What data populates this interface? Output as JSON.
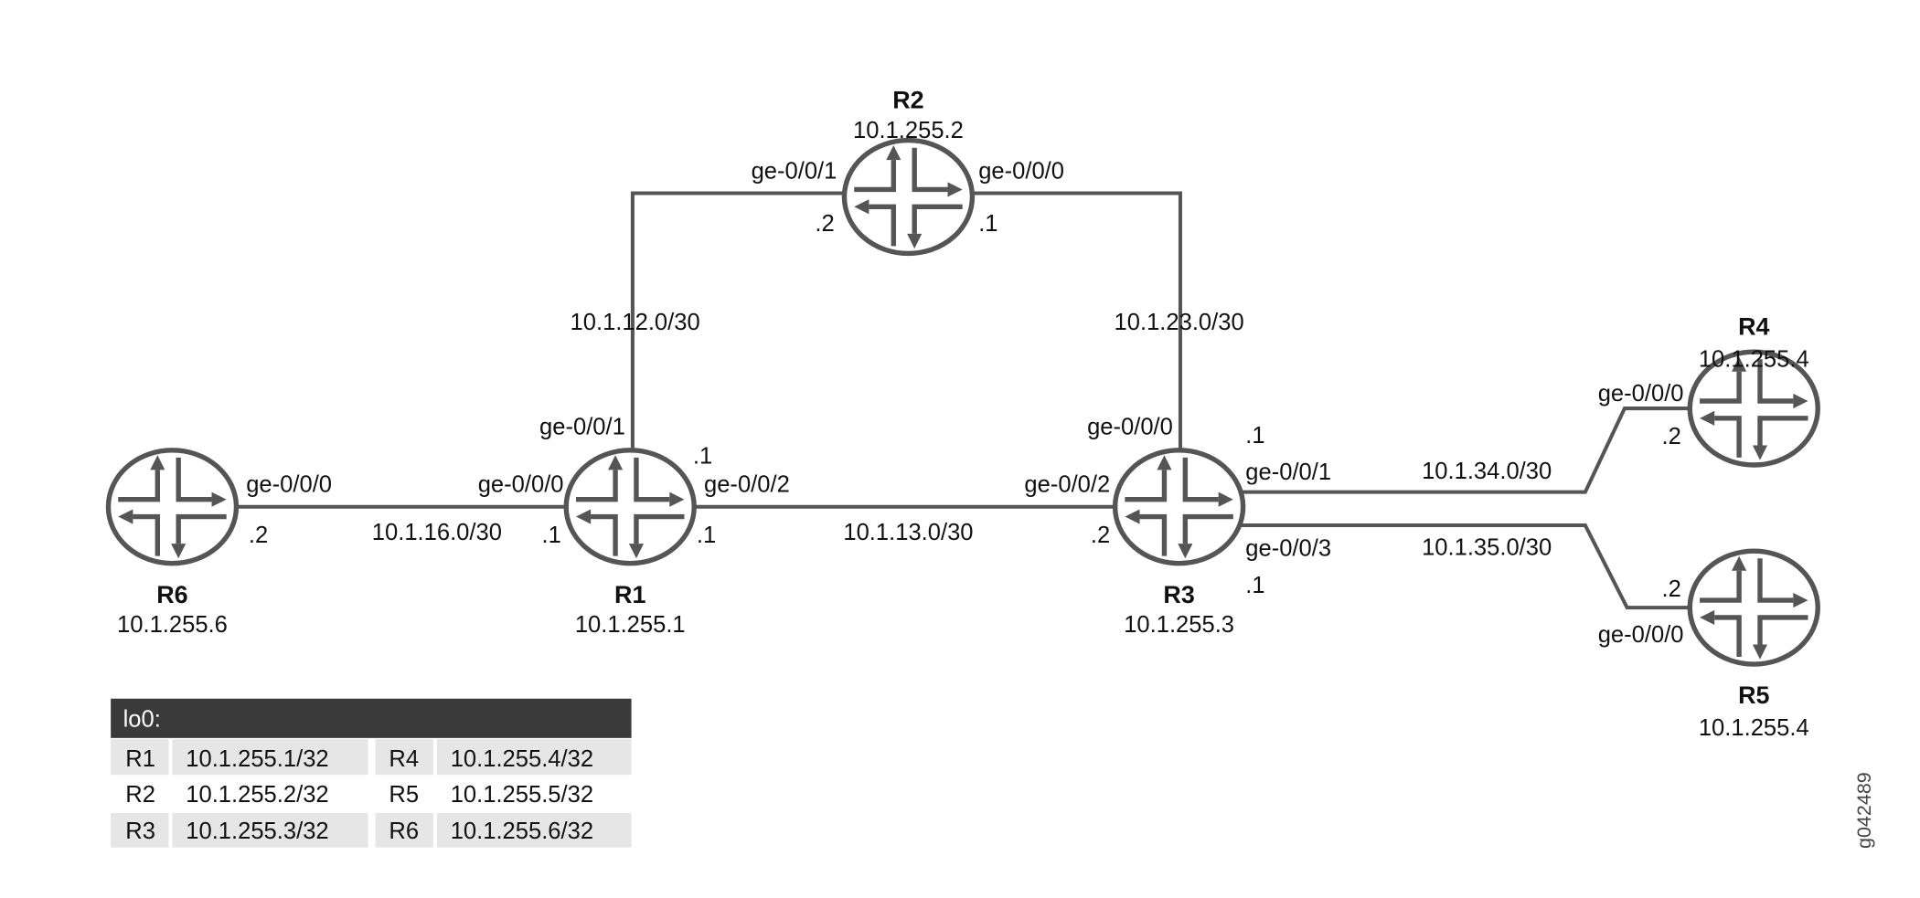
{
  "routers": {
    "r1": {
      "name": "R1",
      "ip": "10.1.255.1"
    },
    "r2": {
      "name": "R2",
      "ip": "10.1.255.2"
    },
    "r3": {
      "name": "R3",
      "ip": "10.1.255.3"
    },
    "r4": {
      "name": "R4",
      "ip": "10.1.255.4"
    },
    "r5": {
      "name": "R5",
      "ip": "10.1.255.4"
    },
    "r6": {
      "name": "R6",
      "ip": "10.1.255.6"
    }
  },
  "links": {
    "r1_r2": {
      "subnet": "10.1.12.0/30",
      "r1_if": "ge-0/0/1",
      "r1_host": ".1",
      "r2_if": "ge-0/0/1",
      "r2_host": ".2"
    },
    "r2_r3": {
      "subnet": "10.1.23.0/30",
      "r2_if": "ge-0/0/0",
      "r2_host": ".1",
      "r3_if": "ge-0/0/0",
      "r3_host": ".1"
    },
    "r6_r1": {
      "subnet": "10.1.16.0/30",
      "r6_if": "ge-0/0/0",
      "r6_host": ".2",
      "r1_if": "ge-0/0/0",
      "r1_host": ".1"
    },
    "r1_r3": {
      "subnet": "10.1.13.0/30",
      "r1_if": "ge-0/0/2",
      "r1_host": ".1",
      "r3_if": "ge-0/0/2",
      "r3_host": ".2"
    },
    "r3_r4": {
      "subnet": "10.1.34.0/30",
      "r3_if": "ge-0/0/1",
      "r4_if": "ge-0/0/0",
      "r4_host": ".2"
    },
    "r3_r5": {
      "subnet": "10.1.35.0/30",
      "r3_if": "ge-0/0/3",
      "r3_host": ".1",
      "r5_if": "ge-0/0/0",
      "r5_host": ".2"
    }
  },
  "lo0_table": {
    "header": "lo0:",
    "rows": [
      [
        {
          "r": "R1",
          "ip": "10.1.255.1/32"
        },
        {
          "r": "R4",
          "ip": "10.1.255.4/32"
        }
      ],
      [
        {
          "r": "R2",
          "ip": "10.1.255.2/32"
        },
        {
          "r": "R5",
          "ip": "10.1.255.5/32"
        }
      ],
      [
        {
          "r": "R3",
          "ip": "10.1.255.3/32"
        },
        {
          "r": "R6",
          "ip": "10.1.255.6/32"
        }
      ]
    ]
  },
  "figure_id": "g042489",
  "colors": {
    "line": "#555555",
    "table_header": "#3a3a3a",
    "table_row_alt": "#e6e6e6"
  }
}
